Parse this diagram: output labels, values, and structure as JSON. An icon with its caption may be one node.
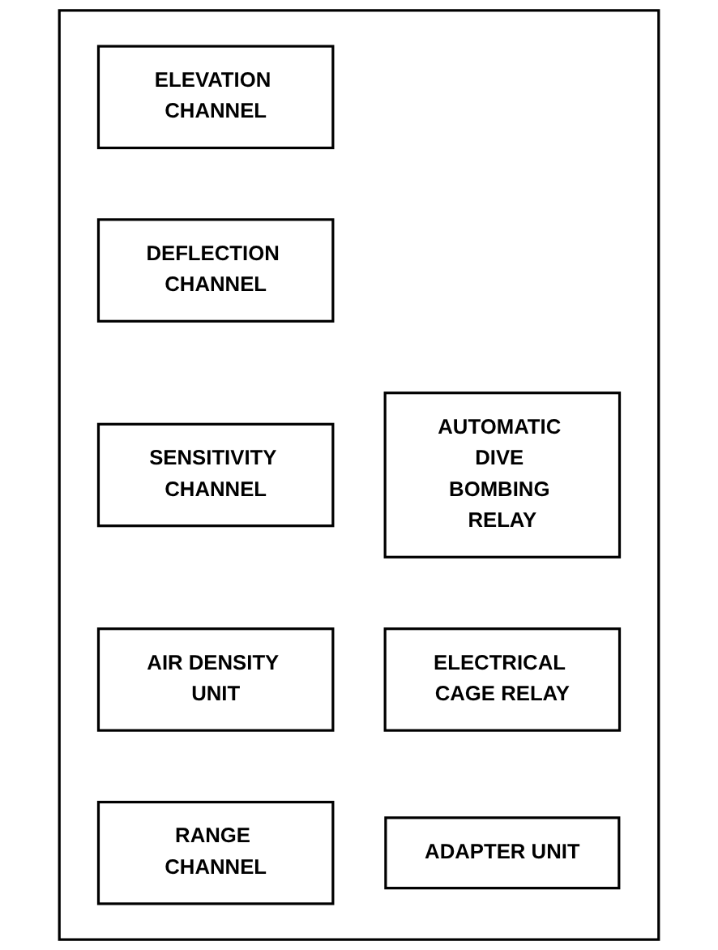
{
  "diagram": {
    "nodes": [
      {
        "text": [],
        "shape": "box"
      },
      {
        "text": [
          "ELEVATION CHANNEL"
        ],
        "in": 0
      },
      {
        "text": [
          "DEFLECTION CHANNEL"
        ],
        "in": 0
      },
      {
        "text": [
          "SENSITIVITY CHANNEL"
        ],
        "in": 0
      },
      {
        "text": [
          "AIR DENSITY UNIT"
        ],
        "in": 0
      },
      {
        "text": [
          "RANGE CHANNEL"
        ],
        "in": 0
      },
      {
        "text": [
          "AUTOMATIC DIVE BOMBING RELAY"
        ],
        "in": 0
      },
      {
        "text": [
          "ELECTRICAL CAGE RELAY"
        ],
        "in": 0
      },
      {
        "text": [
          "ADAPTER UNIT"
        ],
        "in": 0
      }
    ]
  }
}
